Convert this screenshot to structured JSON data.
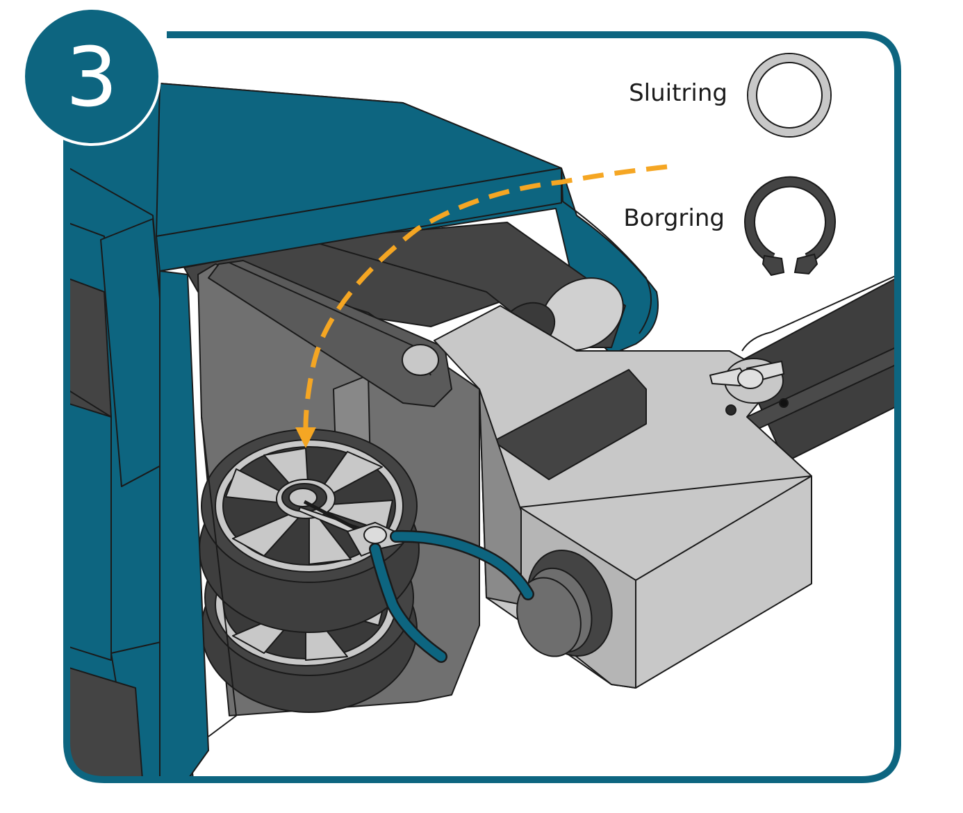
{
  "step": {
    "number": "3"
  },
  "legend": {
    "closing_ring": {
      "label": "Sluitring"
    },
    "retaining_ring": {
      "label": "Borgring"
    }
  },
  "colors": {
    "frame_teal": "#0d6580",
    "accent_orange": "#f5a623",
    "dark_metal": "#444444",
    "mid_metal": "#6e6e6e",
    "light_metal": "#c8c8c8",
    "outline": "#1a1a1a"
  }
}
